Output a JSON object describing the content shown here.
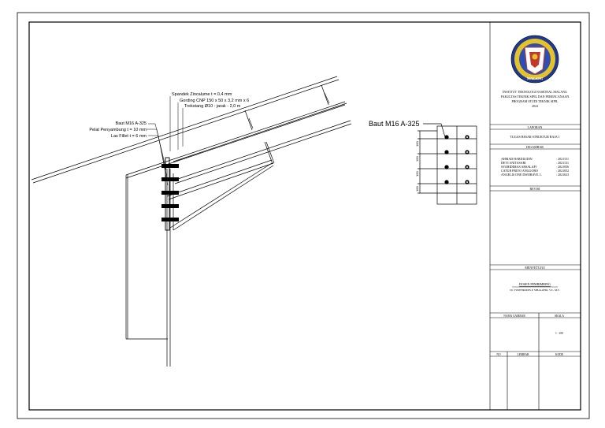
{
  "drawing": {
    "callouts": {
      "spandek": "Spandek Zincalume t = 0,4 mm",
      "gording": "Gording CNP 150 x 50 x 3,2 mm x 6",
      "trekstang": "Trekstang Ø10 : jarak - 2,0 m",
      "baut": "Baut M16 A-325",
      "pelat": "Pelat Penyambung t = 10 mm",
      "las": "Las Fillet t = 6 mm"
    },
    "detail": {
      "title": "Baut M16 A-325",
      "dims": [
        "100",
        "100",
        "100",
        "100"
      ]
    }
  },
  "title_block": {
    "institution": [
      "INSTITUT TEKNOLOGI NASIONAL MALANG",
      "FAKULTAS TEKNIK SIPIL DAN PERENCANAAN",
      "PROGRAM STUDI TEKNIK SIPIL",
      "2024"
    ],
    "laporan_header": "LAPORAN",
    "laporan_value": "TUGAS BESAR STRUKTUR BAJA 1",
    "digambar_header": "DIGAMBAR",
    "students": [
      {
        "name": "AHMAD HARDILIDIN",
        "nim": ": 2021151"
      },
      {
        "name": "DEVI ANITASARI",
        "nim": ": 2021131"
      },
      {
        "name": "SYAHIDIMAS ARSALAFI",
        "nim": ": 2021056"
      },
      {
        "name": "CATUR PRIYO ANGGORO",
        "nim": ": 2021052"
      },
      {
        "name": "ANGELIS ONE DWIJRAVE. L",
        "nim": ": 2021023"
      }
    ],
    "revisi_header": "REVISI",
    "menyetujui_header": "MENYETUJUI",
    "dosen_label": "DOSEN PEMBIMBING",
    "dosen_name": "Dr. YOSEHRODIS P. SIHALOHO, S.T., M.T.",
    "nama_gambar_header": "NAMA GAMBAR",
    "skala_header": "SKALA",
    "skala_value": "1 : 100",
    "no_header": "NO",
    "lembar_header": "LEMBAR",
    "kode_header": "KODE",
    "logo_text": "MALANG"
  }
}
